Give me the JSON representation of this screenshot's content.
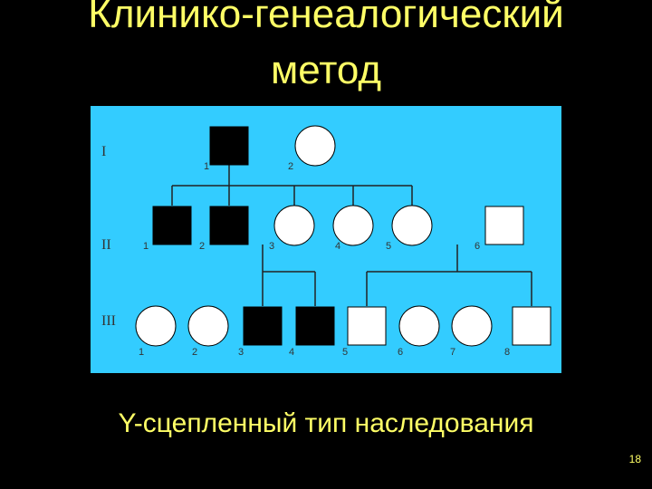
{
  "slide": {
    "title_line1": "Клинико-генеалогический",
    "title_line2": "метод",
    "caption": "Y-сцепленный тип наследования",
    "page_number": "18"
  },
  "colors": {
    "background": "#000000",
    "text": "#ffff66",
    "panel": "#33ccff",
    "affected": "#000000",
    "unaffected": "#ffffff"
  },
  "pedigree": {
    "generations": [
      {
        "label": "I",
        "individuals": [
          {
            "id": "I-1",
            "sex": "male",
            "affected": true,
            "number": "1"
          },
          {
            "id": "I-2",
            "sex": "female",
            "affected": false,
            "number": "2"
          }
        ]
      },
      {
        "label": "II",
        "individuals": [
          {
            "id": "II-1",
            "sex": "male",
            "affected": true,
            "number": "1"
          },
          {
            "id": "II-2",
            "sex": "male",
            "affected": true,
            "number": "2"
          },
          {
            "id": "II-3",
            "sex": "female",
            "affected": false,
            "number": "3"
          },
          {
            "id": "II-4",
            "sex": "female",
            "affected": false,
            "number": "4"
          },
          {
            "id": "II-5",
            "sex": "female",
            "affected": false,
            "number": "5"
          },
          {
            "id": "II-6",
            "sex": "male",
            "affected": false,
            "number": "6"
          }
        ]
      },
      {
        "label": "III",
        "individuals": [
          {
            "id": "III-1",
            "sex": "female",
            "affected": false,
            "number": "1"
          },
          {
            "id": "III-2",
            "sex": "female",
            "affected": false,
            "number": "2"
          },
          {
            "id": "III-3",
            "sex": "male",
            "affected": true,
            "number": "3"
          },
          {
            "id": "III-4",
            "sex": "male",
            "affected": true,
            "number": "4"
          },
          {
            "id": "III-5",
            "sex": "male",
            "affected": false,
            "number": "5"
          },
          {
            "id": "III-6",
            "sex": "female",
            "affected": false,
            "number": "6"
          },
          {
            "id": "III-7",
            "sex": "female",
            "affected": false,
            "number": "7"
          },
          {
            "id": "III-8",
            "sex": "male",
            "affected": false,
            "number": "8"
          }
        ]
      }
    ]
  }
}
